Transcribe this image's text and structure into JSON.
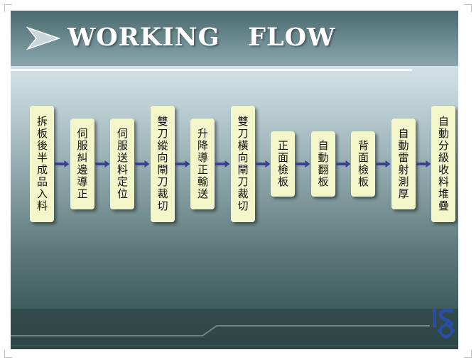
{
  "header": {
    "title": "WORKING   FLOW"
  },
  "steps": [
    {
      "label": "拆板後半成品入料"
    },
    {
      "label": "伺服糾邊導正"
    },
    {
      "label": "伺服送料定位"
    },
    {
      "label": "雙刀縱向閘刀裁切"
    },
    {
      "label": "升降導正輸送"
    },
    {
      "label": "雙刀橫向閘刀裁切"
    },
    {
      "label": "正面檢板"
    },
    {
      "label": "自動翻板"
    },
    {
      "label": "背面檢板"
    },
    {
      "label": "自動雷射測厚"
    },
    {
      "label": "自動分級收料堆疊"
    }
  ],
  "colors": {
    "step_fill": "#f2f6c8",
    "arrow": "#3c3f8f",
    "header": "#5d7d83",
    "logo_blue": "#2a4da8"
  },
  "logo": {
    "name": "company-logo-gear-icon"
  }
}
